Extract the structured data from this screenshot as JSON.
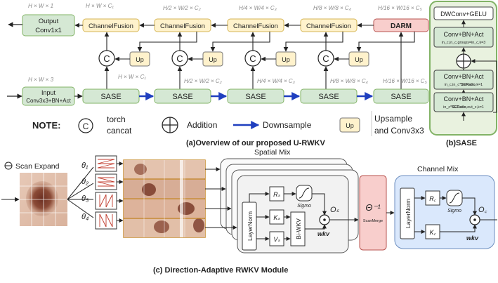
{
  "panel_a": {
    "title": "(a)Overview of our proposed U-RWKV",
    "dims": {
      "out": "H × W × 1",
      "c1": "H × W × C₁",
      "c2": "H/2 × W/2 × C₂",
      "c3": "H/4 × W/4 × C₃",
      "c4": "H/8 × W/8 × C₄",
      "c5": "H/16 × W/16 × C₅",
      "in": "H × W × 3",
      "s1": "H × W × C₁",
      "s2": "H/2 × W/2 × C₂",
      "s3": "H/4 × W/4 × C₃",
      "s4": "H/8 × W/8 × C₄",
      "s5": "H/16 × W/16 × C₅"
    },
    "output_label": "Output",
    "output_sub": "Conv1x1",
    "input_label": "Input",
    "input_sub": "Conv3x3+BN+Act",
    "channel_fusion": "ChannelFusion",
    "darm": "DARM",
    "sase": "SASE",
    "up": "Up",
    "concat_symbol": "C"
  },
  "legend": {
    "note": "NOTE:",
    "concat_symbol": "C",
    "concat_line1": "torch",
    "concat_line2": "cancat",
    "addition": "Addition",
    "downsample": "Downsample",
    "up": "Up",
    "upsample_line1": "Upsample",
    "upsample_line2": "and Conv3x3"
  },
  "panel_b": {
    "title": "(b)SASE",
    "dwconv": "DWConv+GELU",
    "block1_title": "Conv+BN+Act",
    "block1_sub": "in_c,in_c,groups=in_c,k=3",
    "block2_title": "Conv+BN+Act",
    "block2_sub_a": "in_c,in_c*",
    "block2_sub_b": "SERatio",
    "block2_sub_c": ",k=1",
    "block3_title": "Conv+BN+Act",
    "block3_sub_a": "in_c*",
    "block3_sub_b": "SERatio",
    "block3_sub_c": ",out_c,k=1"
  },
  "panel_c": {
    "title": "(c) Direction-Adaptive RWKV Module",
    "scan_expand": "Scan Expand",
    "thetas": [
      "θ₁",
      "θ₂",
      "θ₃",
      "θ₄"
    ],
    "spatial_mix": "Spatial Mix",
    "channel_mix": "Channel Mix",
    "layernorm": "LayerNorm",
    "bi_wkv": "Bi-WKV",
    "rs": "Rₛ",
    "ks": "Kₛ",
    "vs": "Vₛ",
    "sigmo": "Sigmo",
    "os": "Oₛ",
    "wkv": "wkv",
    "theta_inv": "Θ⁻¹",
    "scan_merge": "ScanMerge",
    "rc": "R꜀",
    "kc": "K꜀",
    "oc": "O꜀",
    "wkv_c": "wkv"
  },
  "colors": {
    "green_fill": "#d5e8d4",
    "green_stroke": "#82b366",
    "yellow_fill": "#fff2cc",
    "yellow_stroke": "#d6b656",
    "darm_fill": "#f8cecc",
    "darm_stroke": "#b85450",
    "blue_fill": "#dae8fc",
    "blue_stroke": "#6c8ebf",
    "arrow_blue": "#1f3fbf",
    "dim_gray": "#8c8c8c"
  }
}
